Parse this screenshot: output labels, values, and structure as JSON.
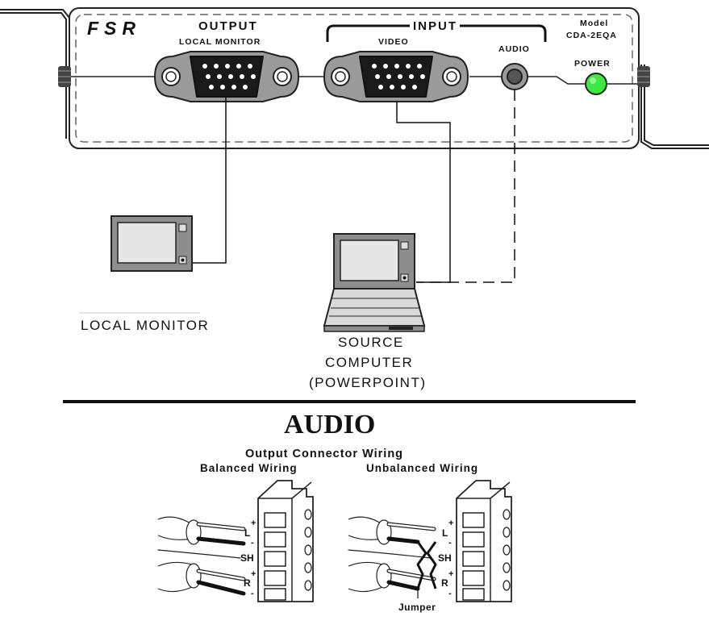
{
  "device": {
    "brand": "FSR",
    "model_label": "Model",
    "model_number": "CDA-2EQA",
    "output_heading": "OUTPUT",
    "output_sub": "LOCAL MONITOR",
    "input_heading": "INPUT",
    "video_label": "VIDEO",
    "audio_label": "AUDIO",
    "power_label": "POWER",
    "power_led_color": "#3ee83e"
  },
  "peripherals": {
    "local_monitor": "LOCAL MONITOR",
    "source_line1": "SOURCE",
    "source_line2": "COMPUTER",
    "source_line3": "(POWERPOINT)"
  },
  "audio_section": {
    "title": "AUDIO",
    "subtitle": "Output Connector Wiring",
    "balanced_title": "Balanced Wiring",
    "unbalanced_title": "Unbalanced Wiring",
    "pin_plus": "+",
    "pin_minus": "-",
    "pin_L": "L",
    "pin_SH": "SH",
    "pin_R": "R",
    "jumper_label": "Jumper"
  }
}
